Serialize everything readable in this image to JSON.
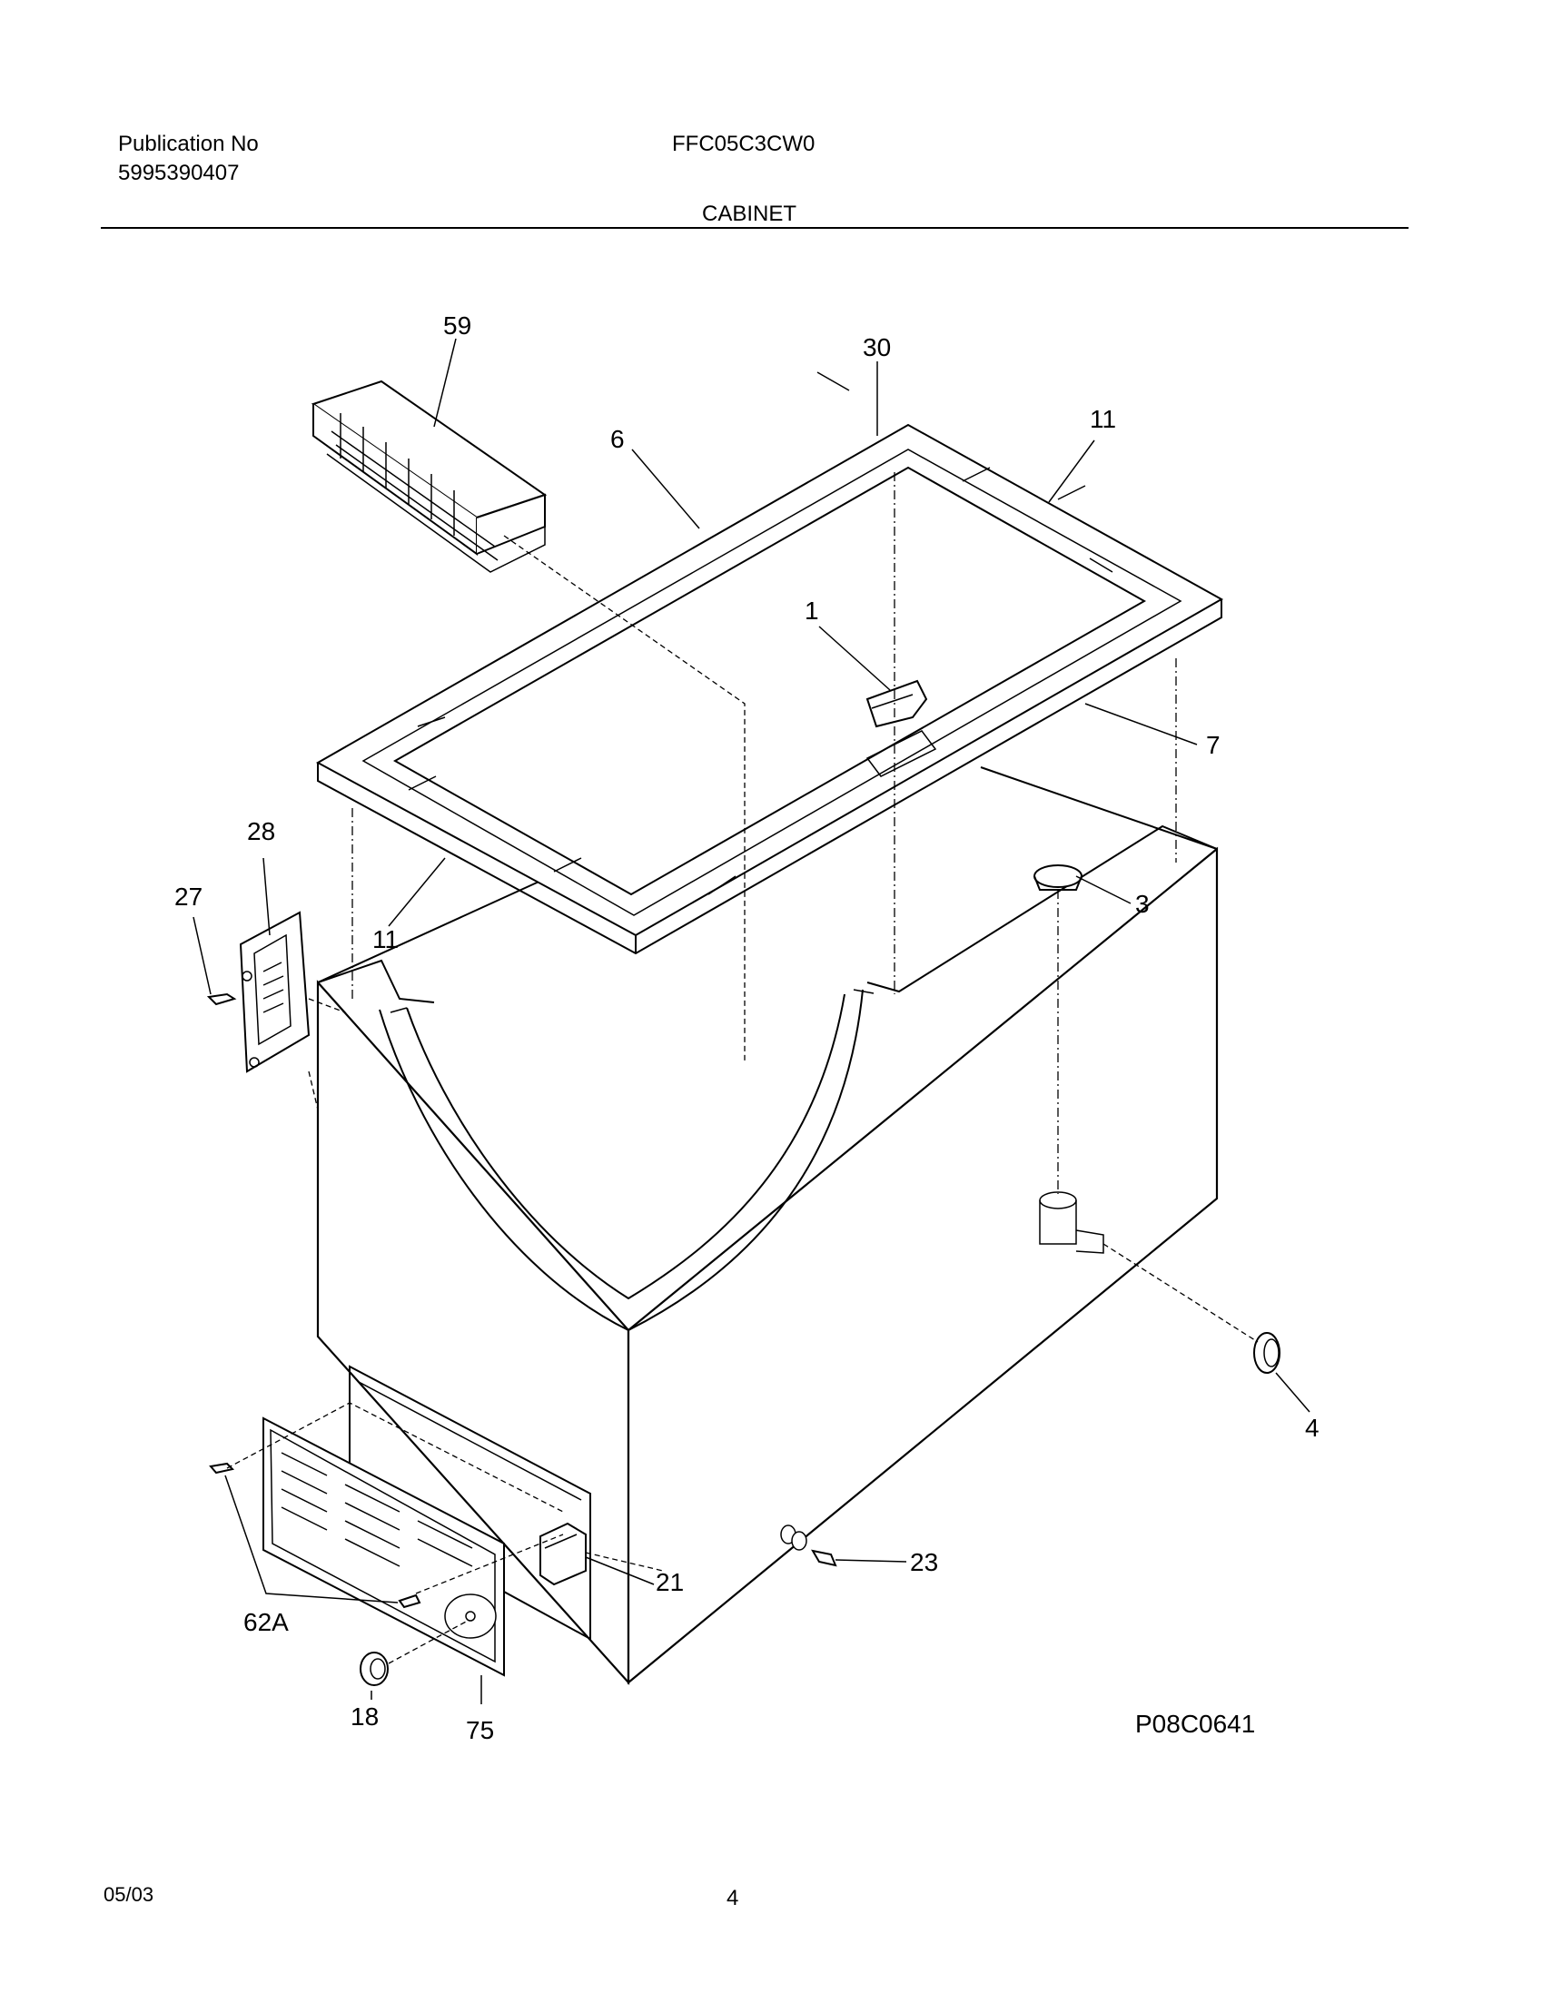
{
  "header": {
    "publication_label": "Publication No",
    "publication_number": "5995390407",
    "model": "FFC05C3CW0",
    "section": "CABINET"
  },
  "footer": {
    "date": "05/03",
    "page": "4"
  },
  "figure_code": "P08C0641",
  "callouts": {
    "c59": "59",
    "c30": "30",
    "c6": "6",
    "c11_top": "11",
    "c1": "1",
    "c7": "7",
    "c28": "28",
    "c27": "27",
    "c11_left": "11",
    "c3": "3",
    "c4": "4",
    "c21": "21",
    "c23": "23",
    "c62a": "62A",
    "c18": "18",
    "c75": "75"
  }
}
